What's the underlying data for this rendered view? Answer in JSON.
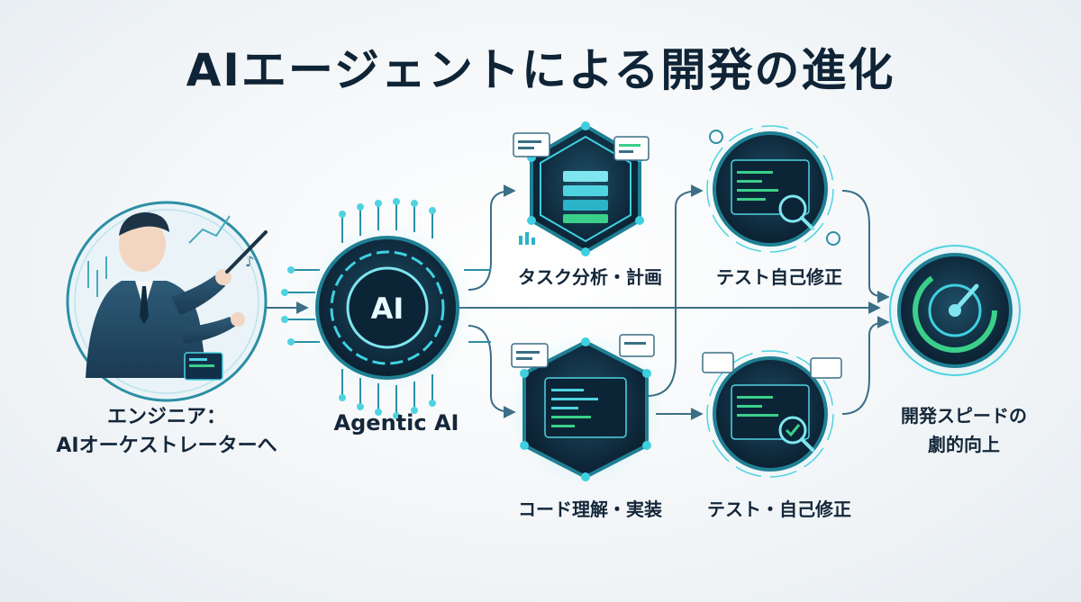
{
  "title": "AIエージェントによる開発の進化",
  "nodes": {
    "engineer": {
      "line1": "エンジニア：",
      "line2": "AIオーケストレーターへ"
    },
    "agentic": {
      "label": "Agentic AI",
      "badge": "AI"
    },
    "task": {
      "label": "タスク分析・計画"
    },
    "test_top": {
      "label": "テスト自己修正"
    },
    "code": {
      "label": "コード理解・実装"
    },
    "test_bottom": {
      "label": "テスト・自己修正"
    },
    "speed": {
      "line1": "開発スピードの",
      "line2": "劇的向上"
    }
  },
  "colors": {
    "title": "#0f2436",
    "accent": "#3fd0e0",
    "node_dark": "#0f2a3d",
    "node_ring": "#1f7f93",
    "line": "#3a6f86",
    "green": "#3ad08a"
  }
}
